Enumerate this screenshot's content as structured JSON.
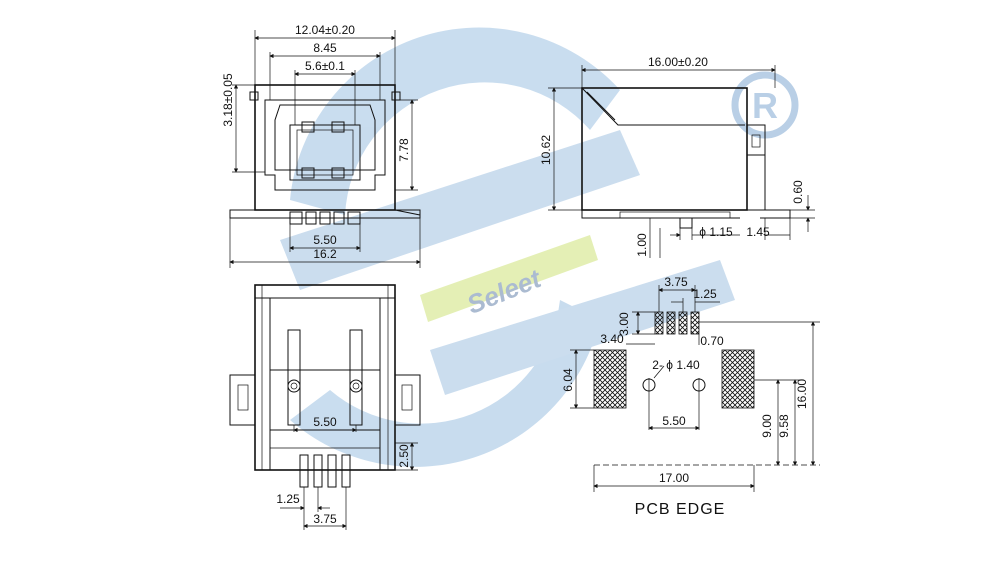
{
  "watermark": {
    "text": "Seleet",
    "colors": {
      "blue": "#bcd4ea",
      "green": "#e4f0b4",
      "text": "#9fb0c8"
    }
  },
  "logo": {
    "text": "R",
    "color": "#b9cfe6"
  },
  "top_left_view": {
    "dim_width_total": "12.04±0.20",
    "dim_845": "8.45",
    "dim_56": "5.6±0.1",
    "dim_318": "3.18±0.05",
    "dim_778": "7.78",
    "dim_550": "5.50",
    "dim_162": "16.2"
  },
  "top_right_view": {
    "dim_length": "16.00±0.20",
    "dim_height": "10.62",
    "dim_060": "0.60",
    "dim_100": "1.00",
    "dim_phi": "ϕ 1.15",
    "dim_145": "1.45"
  },
  "bottom_left_view": {
    "dim_550": "5.50",
    "dim_250": "2.50",
    "dim_125": "1.25",
    "dim_375": "3.75"
  },
  "pcb_layout": {
    "dim_375": "3.75",
    "dim_125": "1.25",
    "dim_300": "3.00",
    "dim_340": "3.40",
    "dim_070": "0.70",
    "dim_604": "6.04",
    "dim_holes": "2- ϕ 1.40",
    "dim_550": "5.50",
    "dim_900": "9.00",
    "dim_958": "9.58",
    "dim_1600": "16.00",
    "dim_1700": "17.00",
    "edge_label": "PCB  EDGE"
  }
}
